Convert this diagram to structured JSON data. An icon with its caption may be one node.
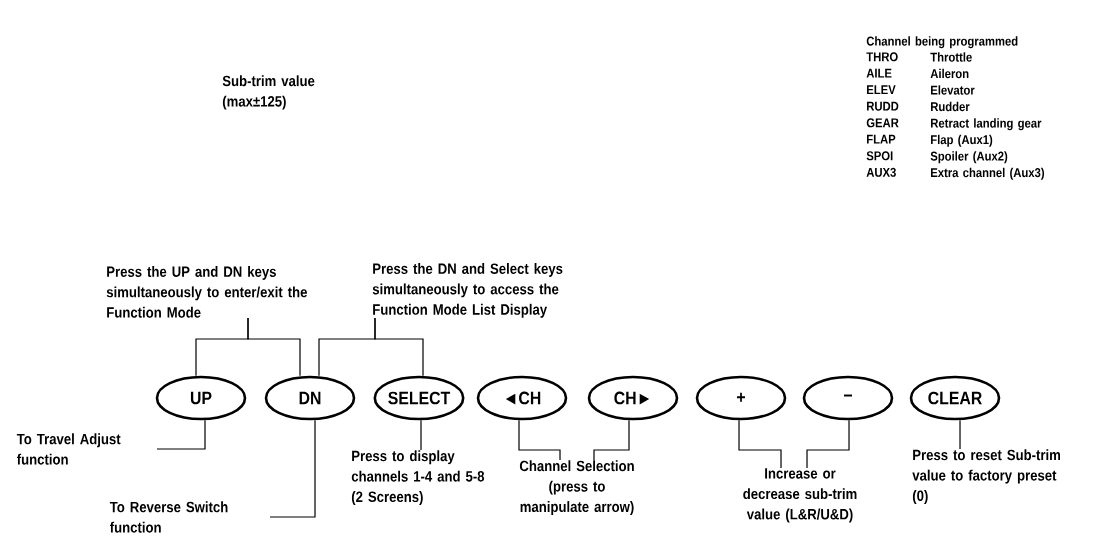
{
  "diagram": {
    "nodes": [
      {
        "text": [
          "UP"
        ]
      },
      {
        "text": [
          "DN"
        ]
      },
      {
        "text": [
          "SELECT"
        ]
      },
      {
        "text": [
          "◄CH"
        ]
      },
      {
        "text": [
          "CH►"
        ]
      },
      {
        "text": [
          "+"
        ]
      },
      {
        "text": [
          "−"
        ]
      },
      {
        "text": [
          "CLEAR"
        ]
      },
      {
        "text": [
          "Press the UP and DN keys simultaneously to enter/exit the Function Mode"
        ]
      },
      {
        "text": [
          "Press the DN and Select keys simultaneously to access the Function Mode List Display"
        ]
      },
      {
        "text": [
          "To Travel Adjust function"
        ]
      },
      {
        "text": [
          "To Reverse Switch function"
        ]
      },
      {
        "text": [
          "Press to display channels 1-4 and 5-8 (2 Screens)"
        ]
      },
      {
        "text": [
          "Channel Selection (press to manipulate arrow)"
        ]
      },
      {
        "text": [
          "Increase or decrease sub-trim value (L&R/U&D)"
        ]
      },
      {
        "text": [
          "Press to reset Sub-trim value to factory preset (0)"
        ]
      }
    ],
    "edges": [
      {
        "from": 8,
        "to": 0,
        "arrow": "none"
      },
      {
        "from": 8,
        "to": 1,
        "arrow": "none"
      },
      {
        "from": 9,
        "to": 1,
        "arrow": "none"
      },
      {
        "from": 9,
        "to": 2,
        "arrow": "none"
      },
      {
        "from": 10,
        "to": 0,
        "arrow": "none"
      },
      {
        "from": 11,
        "to": 1,
        "arrow": "none"
      },
      {
        "from": 12,
        "to": 2,
        "arrow": "none"
      },
      {
        "from": 13,
        "to": 3,
        "arrow": "none"
      },
      {
        "from": 13,
        "to": 4,
        "arrow": "none"
      },
      {
        "from": 14,
        "to": 5,
        "arrow": "none"
      },
      {
        "from": 14,
        "to": 6,
        "arrow": "none"
      },
      {
        "from": 15,
        "to": 7,
        "arrow": "none"
      }
    ],
    "labels": [
      "Sub-trim value (max±125)",
      "Channel being programmed",
      "THRO",
      "Throttle",
      "AILE",
      "Aileron",
      "ELEV",
      "Elevator",
      "RUDD",
      "Rudder",
      "GEAR",
      "Retract landing gear",
      "FLAP",
      "Flap (Aux1)",
      "SPOI",
      "Spoiler (Aux2)",
      "AUX3",
      "Extra channel (Aux3)"
    ]
  }
}
